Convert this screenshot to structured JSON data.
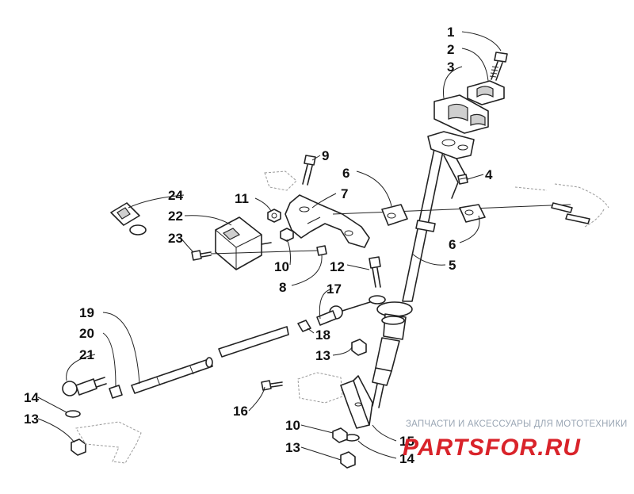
{
  "callouts": [
    "1",
    "2",
    "3",
    "4",
    "5",
    "6",
    "6",
    "7",
    "8",
    "9",
    "10",
    "10",
    "11",
    "12",
    "13",
    "13",
    "13",
    "14",
    "14",
    "15",
    "16",
    "17",
    "18",
    "19",
    "20",
    "21",
    "22",
    "23",
    "24"
  ],
  "watermark": {
    "caption": "ЗАПЧАСТИ И АКСЕССУАРЫ ДЛЯ МОТОТЕХНИКИ",
    "logo": "PARTSFOR.RU"
  },
  "colors": {
    "line": "#222222",
    "watermark_text": "#9aa6b4",
    "watermark_logo": "#d9232a"
  }
}
